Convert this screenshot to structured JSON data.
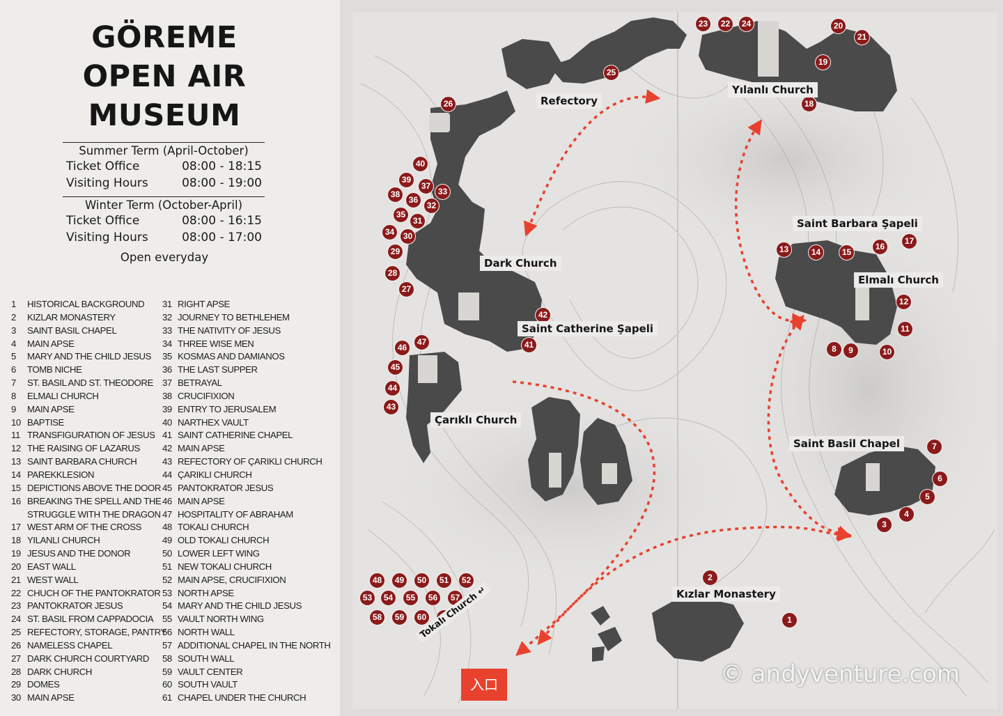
{
  "title": [
    "GÖREME",
    "OPEN AIR",
    "MUSEUM"
  ],
  "hours": [
    {
      "term": "Summer Term (April-October)",
      "rows": [
        [
          "Ticket Office",
          "08:00 - 18:15"
        ],
        [
          "Visiting Hours",
          "08:00 - 19:00"
        ]
      ]
    },
    {
      "term": "Winter Term (October-April)",
      "rows": [
        [
          "Ticket Office",
          "08:00 - 16:15"
        ],
        [
          "Visiting Hours",
          "08:00 - 17:00"
        ]
      ]
    }
  ],
  "open_note": "Open everyday",
  "legend_left": [
    [
      "1",
      "HISTORICAL BACKGROUND"
    ],
    [
      "2",
      "KIZLAR MONASTERY"
    ],
    [
      "3",
      "SAINT BASIL CHAPEL"
    ],
    [
      "4",
      "MAIN APSE"
    ],
    [
      "5",
      "MARY AND THE CHILD JESUS"
    ],
    [
      "6",
      "TOMB NICHE"
    ],
    [
      "7",
      "ST. BASIL AND ST. THEODORE"
    ],
    [
      "8",
      "ELMALI CHURCH"
    ],
    [
      "9",
      "MAIN APSE"
    ],
    [
      "10",
      "BAPTISE"
    ],
    [
      "11",
      "TRANSFIGURATION OF JESUS"
    ],
    [
      "12",
      "THE RAISING OF LAZARUS"
    ],
    [
      "13",
      "SAINT BARBARA CHURCH"
    ],
    [
      "14",
      "PAREKKLESION"
    ],
    [
      "15",
      "DEPICTIONS ABOVE THE DOOR"
    ],
    [
      "16",
      "BREAKING THE SPELL AND THE"
    ],
    [
      "",
      "STRUGGLE WITH THE DRAGON"
    ],
    [
      "17",
      "WEST ARM OF THE CROSS"
    ],
    [
      "18",
      "YILANLI CHURCH"
    ],
    [
      "19",
      "JESUS AND THE DONOR"
    ],
    [
      "20",
      "EAST WALL"
    ],
    [
      "21",
      "WEST WALL"
    ],
    [
      "22",
      "CHUCH OF THE PANTOKRATOR"
    ],
    [
      "23",
      "PANTOKRATOR JESUS"
    ],
    [
      "24",
      "ST. BASIL FROM CAPPADOCIA"
    ],
    [
      "25",
      "REFECTORY, STORAGE, PANTRY"
    ],
    [
      "26",
      "NAMELESS CHAPEL"
    ],
    [
      "27",
      "DARK CHURCH COURTYARD"
    ],
    [
      "28",
      "DARK CHURCH"
    ],
    [
      "29",
      "DOMES"
    ],
    [
      "30",
      "MAIN APSE"
    ]
  ],
  "legend_right": [
    [
      "31",
      "RIGHT APSE"
    ],
    [
      "32",
      "JOURNEY TO BETHLEHEM"
    ],
    [
      "33",
      "THE NATIVITY OF JESUS"
    ],
    [
      "34",
      "THREE WISE MEN"
    ],
    [
      "35",
      "KOSMAS AND DAMIANOS"
    ],
    [
      "36",
      "THE LAST SUPPER"
    ],
    [
      "37",
      "BETRAYAL"
    ],
    [
      "38",
      "CRUCIFIXION"
    ],
    [
      "39",
      "ENTRY TO JERUSALEM"
    ],
    [
      "40",
      "NARTHEX VAULT"
    ],
    [
      "41",
      "SAINT CATHERINE CHAPEL"
    ],
    [
      "42",
      "MAIN APSE"
    ],
    [
      "43",
      "REFECTORY OF ÇARIKLI CHURCH"
    ],
    [
      "44",
      "ÇARIKLI CHURCH"
    ],
    [
      "45",
      "PANTOKRATOR JESUS"
    ],
    [
      "46",
      "MAIN APSE"
    ],
    [
      "47",
      "HOSPITALITY OF ABRAHAM"
    ],
    [
      "48",
      "TOKALI CHURCH"
    ],
    [
      "49",
      "OLD TOKALI CHURCH"
    ],
    [
      "50",
      "LOWER LEFT WING"
    ],
    [
      "51",
      "NEW TOKALI CHURCH"
    ],
    [
      "52",
      "MAIN APSE, CRUCIFIXION"
    ],
    [
      "53",
      "NORTH APSE"
    ],
    [
      "54",
      "MARY AND THE CHILD JESUS"
    ],
    [
      "55",
      "VAULT NORTH WING"
    ],
    [
      "56",
      "NORTH WALL"
    ],
    [
      "57",
      "ADDITIONAL CHAPEL IN THE NORTH"
    ],
    [
      "58",
      "SOUTH WALL"
    ],
    [
      "59",
      "VAULT CENTER"
    ],
    [
      "60",
      "SOUTH VAULT"
    ],
    [
      "61",
      "CHAPEL UNDER THE CHURCH"
    ]
  ],
  "map_labels": {
    "refectory": "Refectory",
    "yilanli": "Yılanlı Church",
    "barbara": "Saint Barbara Şapeli",
    "elmali": "Elmalı Church",
    "dark": "Dark Church",
    "catherine": "Saint Catherine Şapeli",
    "carikli": "Çarıklı Church",
    "basil": "Saint Basil Chapel",
    "kizlar": "Kızlar Monastery",
    "tokali": "Tokalı Church ↵",
    "entrance": "入口"
  },
  "credit": "© andyventure.com",
  "colors": {
    "marker": "#8b1a1a",
    "route": "#e8412e",
    "building": "#4a4a4b",
    "entrance": "#e8412e"
  }
}
